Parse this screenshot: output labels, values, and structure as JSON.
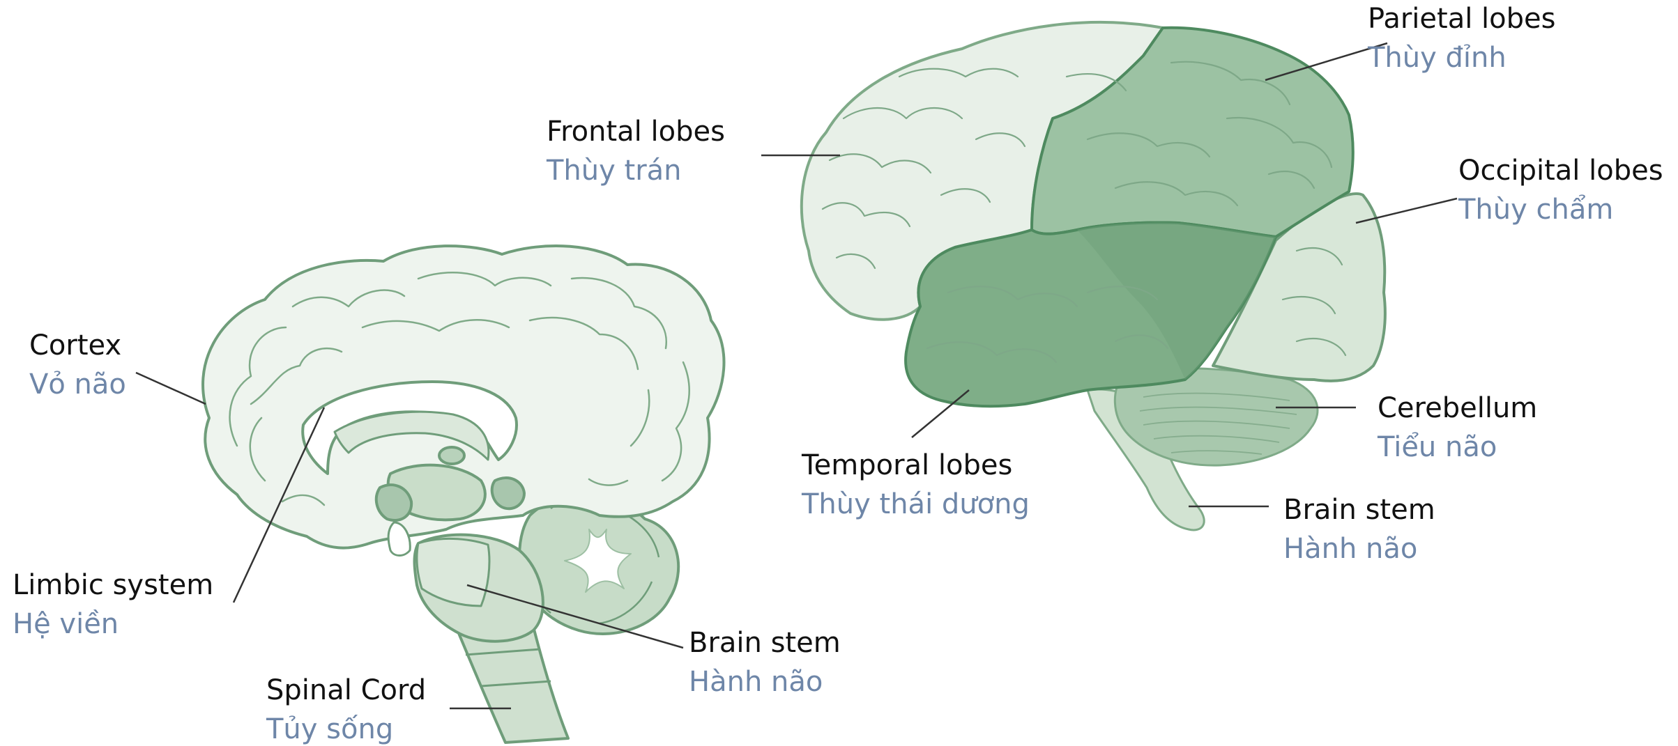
{
  "colors": {
    "outline": "#6f9d7a",
    "fill_light": "#e8f0e8",
    "fill_mid": "#a9c8ae",
    "fill_dark": "#7fae88",
    "fill_darkest": "#6e9f7a",
    "leader_line": "#333333",
    "english_text": "#111111",
    "vietnamese_text": "#6e86a8"
  },
  "medial_view": {
    "labels": {
      "cortex": {
        "en": "Cortex",
        "vi": "Vỏ não"
      },
      "limbic": {
        "en": "Limbic system",
        "vi": "Hệ viền"
      },
      "brainstem": {
        "en": "Brain stem",
        "vi": "Hành não"
      },
      "spinal": {
        "en": "Spinal Cord",
        "vi": "Tủy sống"
      }
    }
  },
  "lateral_view": {
    "labels": {
      "frontal": {
        "en": "Frontal lobes",
        "vi": "Thùy trán"
      },
      "parietal": {
        "en": "Parietal lobes",
        "vi": "Thùy đỉnh"
      },
      "occipital": {
        "en": "Occipital lobes",
        "vi": "Thùy chẩm"
      },
      "temporal": {
        "en": "Temporal lobes",
        "vi": "Thùy thái dương"
      },
      "cerebellum": {
        "en": "Cerebellum",
        "vi": "Tiểu não"
      },
      "brainstem": {
        "en": "Brain stem",
        "vi": "Hành não"
      }
    }
  }
}
